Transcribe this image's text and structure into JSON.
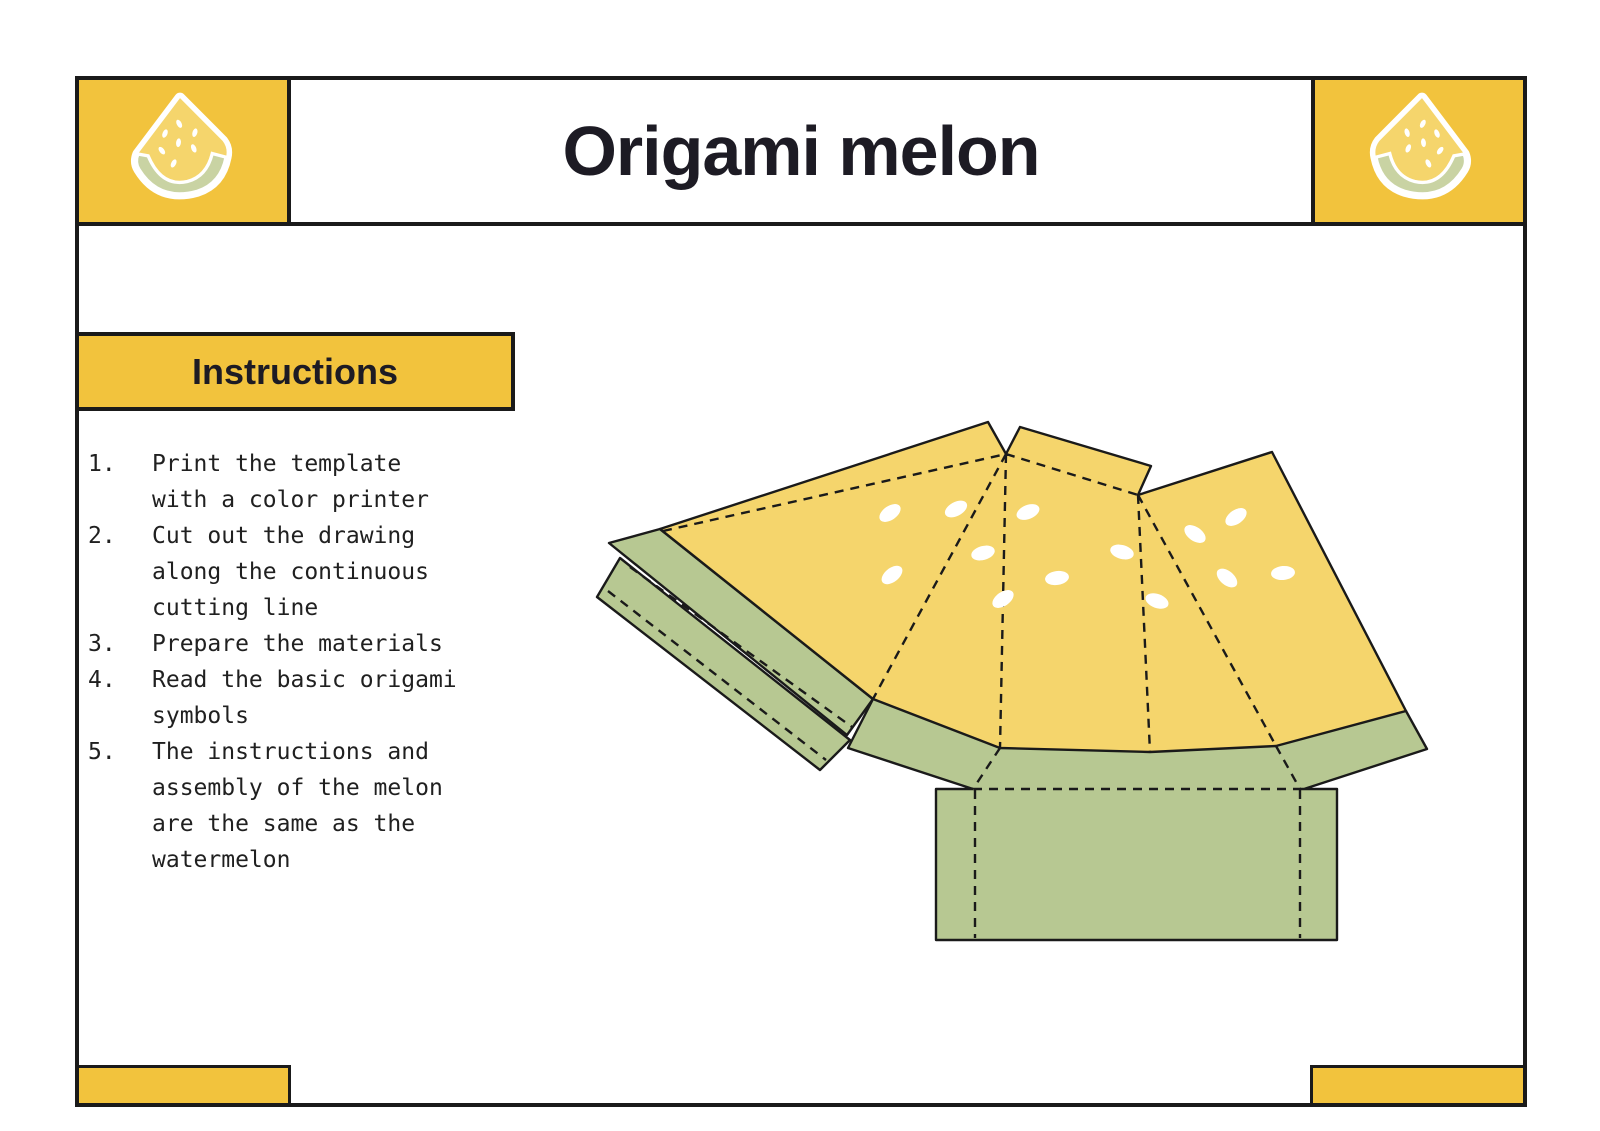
{
  "header": {
    "title": "Origami melon"
  },
  "instructions": {
    "heading": "Instructions",
    "items": [
      {
        "num": "1.",
        "text": "Print the template\nwith a color printer"
      },
      {
        "num": "2.",
        "text": "Cut out the drawing\nalong the continuous\ncutting line"
      },
      {
        "num": "3.",
        "text": "Prepare the materials"
      },
      {
        "num": "4.",
        "text": "Read the basic origami\nsymbols"
      },
      {
        "num": "5.",
        "text": "The instructions and\nassembly of the melon\nare the same as the\nwatermelon"
      }
    ]
  },
  "icons": {
    "left": "melon-slice-icon",
    "right": "melon-slice-icon-mirrored"
  },
  "colors": {
    "accent_yellow": "#F2C33D",
    "melon_flesh_yellow": "#F5D56C",
    "rind_green": "#B7C892",
    "outline_black": "#1A1A1A"
  },
  "diagram": {
    "description": "melon papercraft cut-and-fold template",
    "seed_count": 13
  }
}
